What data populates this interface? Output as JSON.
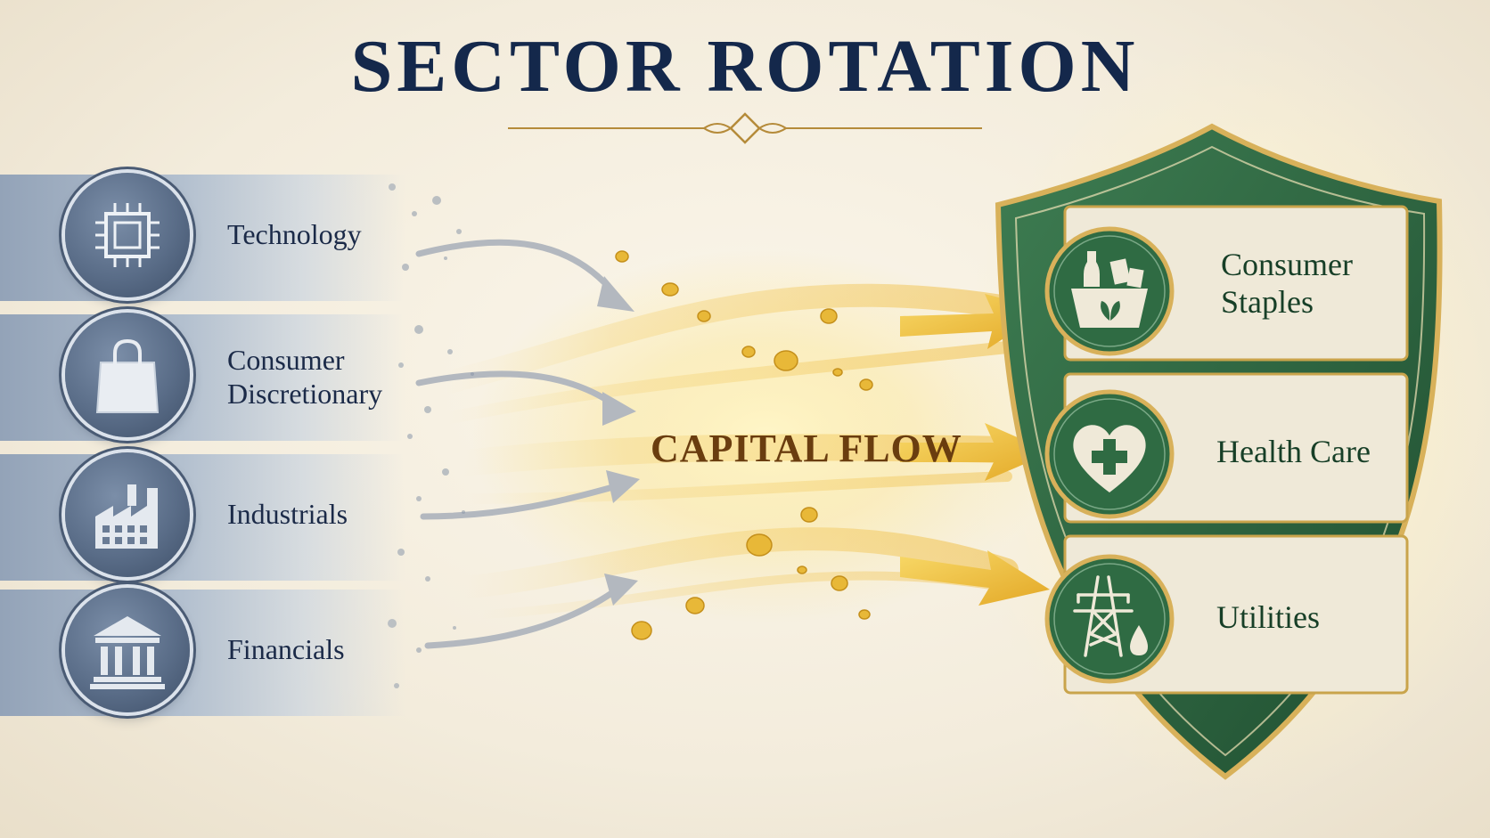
{
  "title": "SECTOR ROTATION",
  "center_label": "CAPITAL FLOW",
  "outflow_sectors": [
    {
      "label": "Technology",
      "icon": "chip-icon"
    },
    {
      "label": "Consumer\nDiscretionary",
      "icon": "shopping-bag-icon"
    },
    {
      "label": "Industrials",
      "icon": "factory-icon"
    },
    {
      "label": "Financials",
      "icon": "bank-icon"
    }
  ],
  "defensive_sectors": [
    {
      "label": "Consumer\nStaples",
      "icon": "grocery-basket-icon"
    },
    {
      "label": "Health Care",
      "icon": "heart-cross-icon"
    },
    {
      "label": "Utilities",
      "icon": "power-tower-icon"
    }
  ],
  "colors": {
    "navy": "#14284b",
    "slate": "#5a6d88",
    "gold": "#e6b83a",
    "shield_green": "#2f6b43",
    "shield_dark": "#1f4e30",
    "cream": "#efe9d8"
  }
}
